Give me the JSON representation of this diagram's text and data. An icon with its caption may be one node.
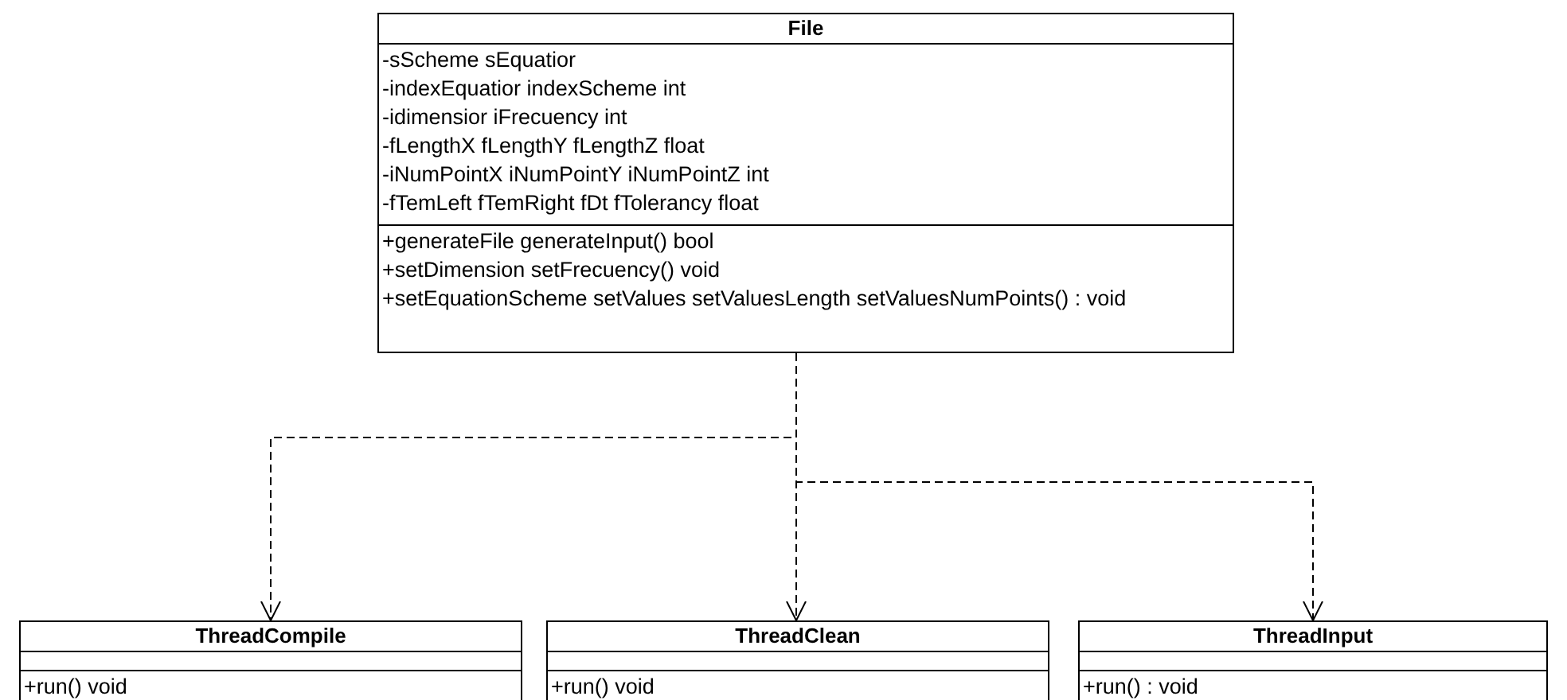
{
  "diagram": {
    "nodes": [
      {
        "text": [
          "File",
          "-sScheme sEquatior",
          "-indexEquatior indexScheme int",
          "-idimensior iFrecuency int",
          "-fLengthX fLengthY fLengthZ float",
          "-iNumPointX iNumPointY iNumPointZ int",
          "-fTemLeft fTemRight fDt fTolerancy float",
          "+generateFile generateInput() bool",
          "+setDimension setFrecuency() void",
          "+setEquationScheme setValues setValuesLength setValuesNumPoints() : void"
        ]
      },
      {
        "text": [
          "ThreadCompile",
          "+run() void"
        ]
      },
      {
        "text": [
          "ThreadClean",
          "+run() void"
        ]
      },
      {
        "text": [
          "ThreadInput",
          "+run() : void"
        ]
      }
    ],
    "edges": [
      {
        "from": 0,
        "to": 1,
        "arrow": "to",
        "style": "dashed"
      },
      {
        "from": 0,
        "to": 2,
        "arrow": "to",
        "style": "dashed"
      },
      {
        "from": 0,
        "to": 3,
        "arrow": "to",
        "style": "dashed"
      }
    ]
  }
}
